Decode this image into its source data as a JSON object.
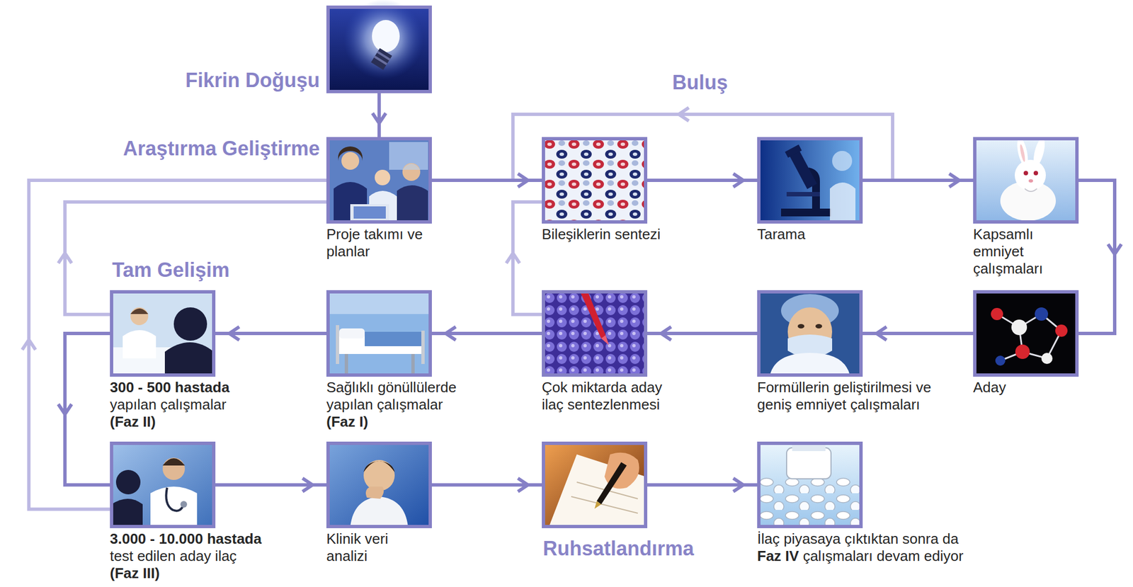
{
  "diagram": {
    "nodes": [
      {
        "text": [
          "Fikrin Doğuşu"
        ]
      },
      {
        "text": [
          "Araştırma Geliştirme",
          "Proje takımı ve planlar"
        ]
      },
      {
        "text": [
          "Bileşiklerin sentezi"
        ]
      },
      {
        "text": [
          "Tarama"
        ]
      },
      {
        "text": [
          "Kapsamlı emniyet çalışmaları"
        ]
      },
      {
        "text": [
          "300 - 500 hastada",
          "yapılan çalışmalar",
          "(Faz II)"
        ]
      },
      {
        "text": [
          "Sağlıklı gönüllülerde yapılan çalışmalar",
          "(Faz I)"
        ]
      },
      {
        "text": [
          "Çok miktarda aday ilaç sentezlenmesi"
        ]
      },
      {
        "text": [
          "Formüllerin geliştirilmesi ve geniş emniyet çalışmaları"
        ]
      },
      {
        "text": [
          "Aday"
        ]
      },
      {
        "text": [
          "3.000 - 10.000 hastada",
          "test edilen aday ilaç",
          "(Faz III)"
        ]
      },
      {
        "text": [
          "Klinik veri analizi"
        ]
      },
      {
        "text": [
          "Ruhsatlandırma"
        ]
      },
      {
        "text": [
          "İlaç piyasaya çıktıktan sonra da",
          "Faz IV",
          "çalışmaları devam ediyor"
        ]
      }
    ],
    "edges": [
      {
        "from": 0,
        "to": 1,
        "arrow": "to"
      },
      {
        "from": 1,
        "to": 2,
        "arrow": "to"
      },
      {
        "from": 2,
        "to": 3,
        "arrow": "to"
      },
      {
        "from": 3,
        "to": 4,
        "arrow": "to"
      },
      {
        "from": 3,
        "to": 2,
        "arrow": "to"
      },
      {
        "from": 4,
        "to": 9,
        "arrow": "to"
      },
      {
        "from": 9,
        "to": 8,
        "arrow": "to"
      },
      {
        "from": 8,
        "to": 7,
        "arrow": "to"
      },
      {
        "from": 7,
        "to": 6,
        "arrow": "to"
      },
      {
        "from": 6,
        "to": 5,
        "arrow": "to"
      },
      {
        "from": 7,
        "to": 2,
        "arrow": "to"
      },
      {
        "from": 5,
        "to": 1,
        "arrow": "to"
      },
      {
        "from": 5,
        "to": 10,
        "arrow": "to"
      },
      {
        "from": 10,
        "to": 1,
        "arrow": "to"
      },
      {
        "from": 10,
        "to": 11,
        "arrow": "to"
      },
      {
        "from": 11,
        "to": 12,
        "arrow": "to"
      },
      {
        "from": 12,
        "to": 13,
        "arrow": "to"
      }
    ],
    "labels": [
      "Buluş",
      "Tam Gelişim"
    ]
  }
}
